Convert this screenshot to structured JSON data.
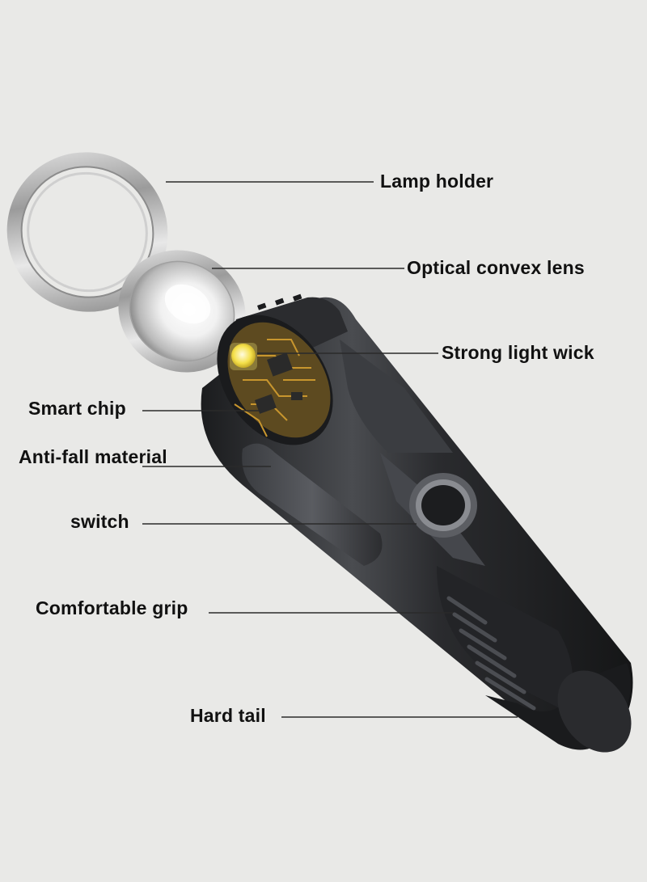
{
  "labels": {
    "lamp_holder": "Lamp holder",
    "optical_lens": "Optical convex lens",
    "light_wick": "Strong light wick",
    "smart_chip": "Smart chip",
    "anti_fall": "Anti-fall material",
    "switch": "switch",
    "grip": "Comfortable grip",
    "hard_tail": "Hard tail"
  },
  "colors": {
    "background": "#e9e9e7",
    "body": "#2b2d30",
    "led": "#f4e04a",
    "pcb": "#c8962e"
  }
}
